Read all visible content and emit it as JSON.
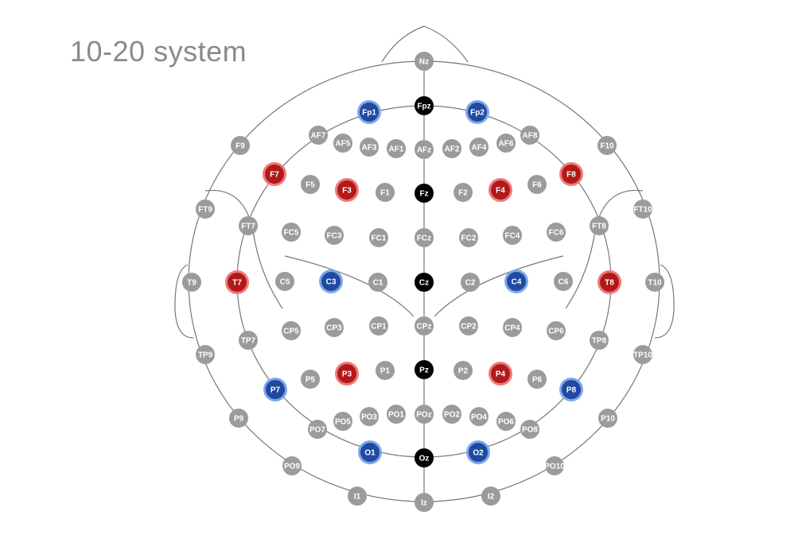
{
  "title": "10-20 system",
  "colors": {
    "gray": "#9b9b9b",
    "black": "#000000",
    "red": "#b01a1a",
    "red_ring": "#f07878",
    "blue": "#1f4aa0",
    "blue_ring": "#7ea6ea",
    "line": "#777777"
  },
  "electrodes": [
    {
      "label": "Nz",
      "type": "gray"
    },
    {
      "label": "Fpz",
      "type": "black"
    },
    {
      "label": "Fp1",
      "type": "blue"
    },
    {
      "label": "Fp2",
      "type": "blue"
    },
    {
      "label": "AF7",
      "type": "gray"
    },
    {
      "label": "AF5",
      "type": "gray"
    },
    {
      "label": "AF3",
      "type": "gray"
    },
    {
      "label": "AF1",
      "type": "gray"
    },
    {
      "label": "AFz",
      "type": "gray"
    },
    {
      "label": "AF2",
      "type": "gray"
    },
    {
      "label": "AF4",
      "type": "gray"
    },
    {
      "label": "AF6",
      "type": "gray"
    },
    {
      "label": "AF8",
      "type": "gray"
    },
    {
      "label": "F9",
      "type": "gray"
    },
    {
      "label": "F10",
      "type": "gray"
    },
    {
      "label": "F7",
      "type": "red"
    },
    {
      "label": "F5",
      "type": "gray"
    },
    {
      "label": "F3",
      "type": "red"
    },
    {
      "label": "F1",
      "type": "gray"
    },
    {
      "label": "Fz",
      "type": "black"
    },
    {
      "label": "F2",
      "type": "gray"
    },
    {
      "label": "F4",
      "type": "red"
    },
    {
      "label": "F6",
      "type": "gray"
    },
    {
      "label": "F8",
      "type": "red"
    },
    {
      "label": "FT9",
      "type": "gray"
    },
    {
      "label": "FT7",
      "type": "gray"
    },
    {
      "label": "FC5",
      "type": "gray"
    },
    {
      "label": "FC3",
      "type": "gray"
    },
    {
      "label": "FC1",
      "type": "gray"
    },
    {
      "label": "FCz",
      "type": "gray"
    },
    {
      "label": "FC2",
      "type": "gray"
    },
    {
      "label": "FC4",
      "type": "gray"
    },
    {
      "label": "FC6",
      "type": "gray"
    },
    {
      "label": "FT8",
      "type": "gray"
    },
    {
      "label": "FT10",
      "type": "gray"
    },
    {
      "label": "T9",
      "type": "gray"
    },
    {
      "label": "T7",
      "type": "red"
    },
    {
      "label": "C5",
      "type": "gray"
    },
    {
      "label": "C3",
      "type": "blue"
    },
    {
      "label": "C1",
      "type": "gray"
    },
    {
      "label": "Cz",
      "type": "black"
    },
    {
      "label": "C2",
      "type": "gray"
    },
    {
      "label": "C4",
      "type": "blue"
    },
    {
      "label": "C6",
      "type": "gray"
    },
    {
      "label": "T8",
      "type": "red"
    },
    {
      "label": "T10",
      "type": "gray"
    },
    {
      "label": "TP9",
      "type": "gray"
    },
    {
      "label": "TP7",
      "type": "gray"
    },
    {
      "label": "CP5",
      "type": "gray"
    },
    {
      "label": "CP3",
      "type": "gray"
    },
    {
      "label": "CP1",
      "type": "gray"
    },
    {
      "label": "CPz",
      "type": "gray"
    },
    {
      "label": "CP2",
      "type": "gray"
    },
    {
      "label": "CP4",
      "type": "gray"
    },
    {
      "label": "CP6",
      "type": "gray"
    },
    {
      "label": "TP8",
      "type": "gray"
    },
    {
      "label": "TP10",
      "type": "gray"
    },
    {
      "label": "P7",
      "type": "blue"
    },
    {
      "label": "P5",
      "type": "gray"
    },
    {
      "label": "P3",
      "type": "red"
    },
    {
      "label": "P1",
      "type": "gray"
    },
    {
      "label": "Pz",
      "type": "black"
    },
    {
      "label": "P2",
      "type": "gray"
    },
    {
      "label": "P4",
      "type": "red"
    },
    {
      "label": "P6",
      "type": "gray"
    },
    {
      "label": "P8",
      "type": "blue"
    },
    {
      "label": "P9",
      "type": "gray"
    },
    {
      "label": "P10",
      "type": "gray"
    },
    {
      "label": "PO7",
      "type": "gray"
    },
    {
      "label": "PO5",
      "type": "gray"
    },
    {
      "label": "PO3",
      "type": "gray"
    },
    {
      "label": "PO1",
      "type": "gray"
    },
    {
      "label": "POz",
      "type": "gray"
    },
    {
      "label": "PO2",
      "type": "gray"
    },
    {
      "label": "PO4",
      "type": "gray"
    },
    {
      "label": "PO6",
      "type": "gray"
    },
    {
      "label": "PO8",
      "type": "gray"
    },
    {
      "label": "O1",
      "type": "blue"
    },
    {
      "label": "Oz",
      "type": "black"
    },
    {
      "label": "O2",
      "type": "blue"
    },
    {
      "label": "PO9",
      "type": "gray"
    },
    {
      "label": "PO10",
      "type": "gray"
    },
    {
      "label": "I1",
      "type": "gray"
    },
    {
      "label": "Iz",
      "type": "gray"
    },
    {
      "label": "I2",
      "type": "gray"
    }
  ]
}
